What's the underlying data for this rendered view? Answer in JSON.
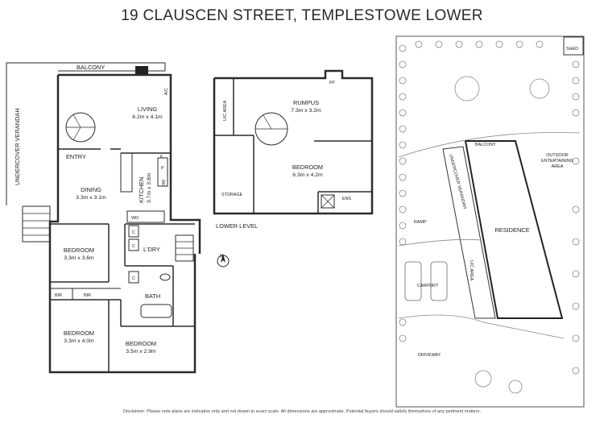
{
  "title": "19 CLAUSCEN STREET, TEMPLESTOWE LOWER",
  "main_level": {
    "balcony": "BALCONY",
    "undercover_verandah": "UNDERCOVER VERANDAH",
    "living": {
      "name": "LIVING",
      "dims": "6.2m x 4.1m"
    },
    "entry": "ENTRY",
    "dining": {
      "name": "DINING",
      "dims": "3.3m x 3.1m"
    },
    "kitchen": {
      "name": "KITCHEN",
      "dims": "3.7m x 3.8m"
    },
    "bedroom_1": {
      "name": "BEDROOM",
      "dims": "3.3m x 3.6m"
    },
    "bedroom_2": {
      "name": "BEDROOM",
      "dims": "3.3m x 4.0m"
    },
    "bedroom_3": {
      "name": "BEDROOM",
      "dims": "3.5m x 2.9m"
    },
    "laundry": "L'DRY",
    "bath": "BATH",
    "bir_1": "BIR",
    "bir_2": "BIR",
    "wd": "WD",
    "f": "F",
    "p": "P",
    "dw": "DW",
    "ac": "A/C",
    "c1": "C",
    "c2": "C",
    "c3": "C"
  },
  "lower_level": {
    "label": "LOWER LEVEL",
    "rumpus": {
      "name": "RUMPUS",
      "dims": "7.3m x 3.2m"
    },
    "bedroom": {
      "name": "BEDROOM",
      "dims": "6.3m x 4.2m"
    },
    "storage": "STORAGE",
    "uc_area": "U/C AREA",
    "ens": "ENS",
    "fp": "FP"
  },
  "north": "N",
  "site": {
    "shed": "SHED",
    "balcony": "BALCONY",
    "undercover_verandah": "UNDERCOVER VERANDAH",
    "outdoor_entertaining": [
      "OUTDOOR",
      "ENTERTAINING",
      "AREA"
    ],
    "residence": "RESIDENCE",
    "uc_area": "U/C AREA",
    "ramp": "RAMP",
    "carport": "CARPORT",
    "driveway": "DRIVEWAY"
  },
  "disclaimer": "Disclaimer: Please note plans are indicative only and not drawn to exact scale. All dimensions are approximate. Potential buyers should satisfy themselves of any pertinent matters."
}
